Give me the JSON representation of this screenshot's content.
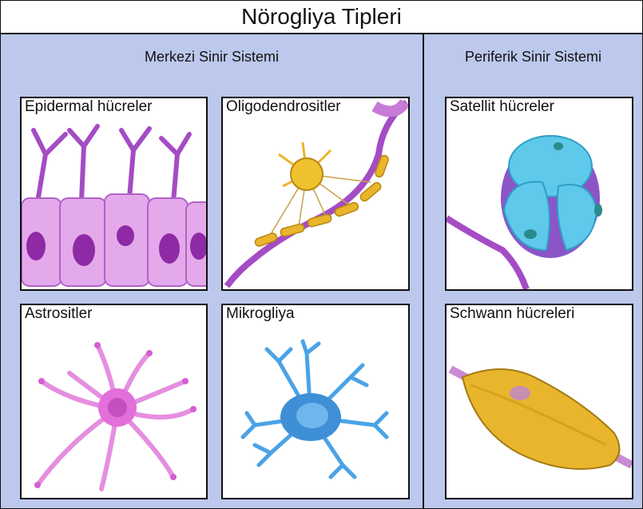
{
  "title": "Nörogliya Tipleri",
  "sections": {
    "cns": "Merkezi Sinir Sistemi",
    "pns": "Periferik Sinir Sistemi"
  },
  "panels": {
    "epidermal": "Epidermal hücreler",
    "oligodendrocytes": "Oligodendrositler",
    "astrocytes": "Astrositler",
    "microglia": "Mikrogliya",
    "satellite": "Satellit hücreler",
    "schwann": "Schwann hücreleri"
  },
  "colors": {
    "background": "#bcc8ec",
    "border": "#111111",
    "ependymal": "#c77ad6",
    "oligodendrocyte": "#e9b52a",
    "astrocyte": "#e58ee0",
    "microglia": "#3f8fd6",
    "satellite": "#5ec9ea",
    "schwann": "#e8b52c"
  }
}
